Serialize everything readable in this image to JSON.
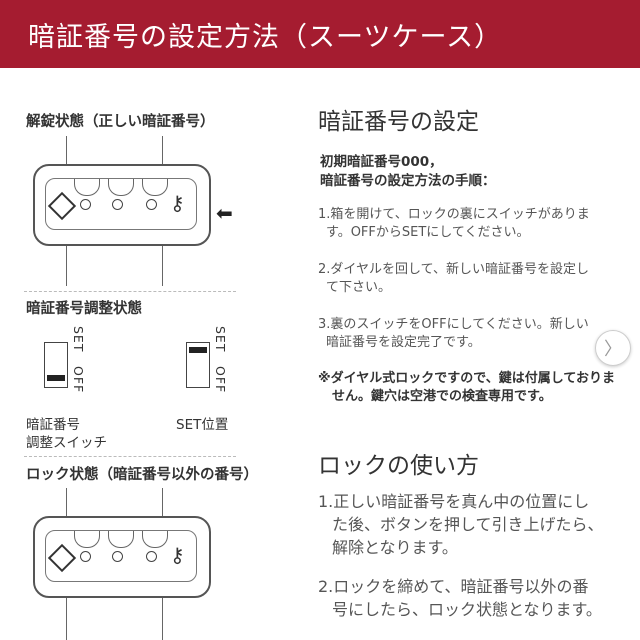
{
  "banner": {
    "title": "暗証番号の設定方法（スーツケース）",
    "color": "#a51c30"
  },
  "left": {
    "unlock_label": "解錠状態（正しい暗証番号）",
    "adjust_label": "暗証番号調整状態",
    "switch_set": "SET",
    "switch_off": "OFF",
    "switch_caption_1": "暗証番号",
    "switch_caption_2": "調整スイッチ",
    "set_position": "SET位置",
    "lock_label": "ロック状態（暗証番号以外の番号）",
    "arrow_icon": "arrow-left-icon"
  },
  "setting": {
    "heading": "暗証番号の設定",
    "intro_1": "初期暗証番号000，",
    "intro_2": "暗証番号の設定方法の手順：",
    "step1_1": "1.箱を開けて、ロックの裏にスイッチがありま",
    "step1_2": "す。OFFからSETにしてください。",
    "step2_1": "2.ダイヤルを回して、新しい暗証番号を設定し",
    "step2_2": "て下さい。",
    "step3_1": "3.裏のスイッチをOFFにしてください。新しい",
    "step3_2": "暗証番号を設定完了です。",
    "note_1": "※ダイヤル式ロックですので、鍵は付属しておりま",
    "note_2": "せん。鍵穴は空港での検査専用です。"
  },
  "usage": {
    "heading": "ロックの使い方",
    "u1_1": "1.正しい暗証番号を真ん中の位置にし",
    "u1_2": "た後、ボタンを押して引き上げたら、",
    "u1_3": "解除となります。",
    "u2_1": "2.ロックを締めて、暗証番号以外の番",
    "u2_2": "号にしたら、ロック状態となります。"
  },
  "nav": {
    "next_glyph": "〉"
  }
}
